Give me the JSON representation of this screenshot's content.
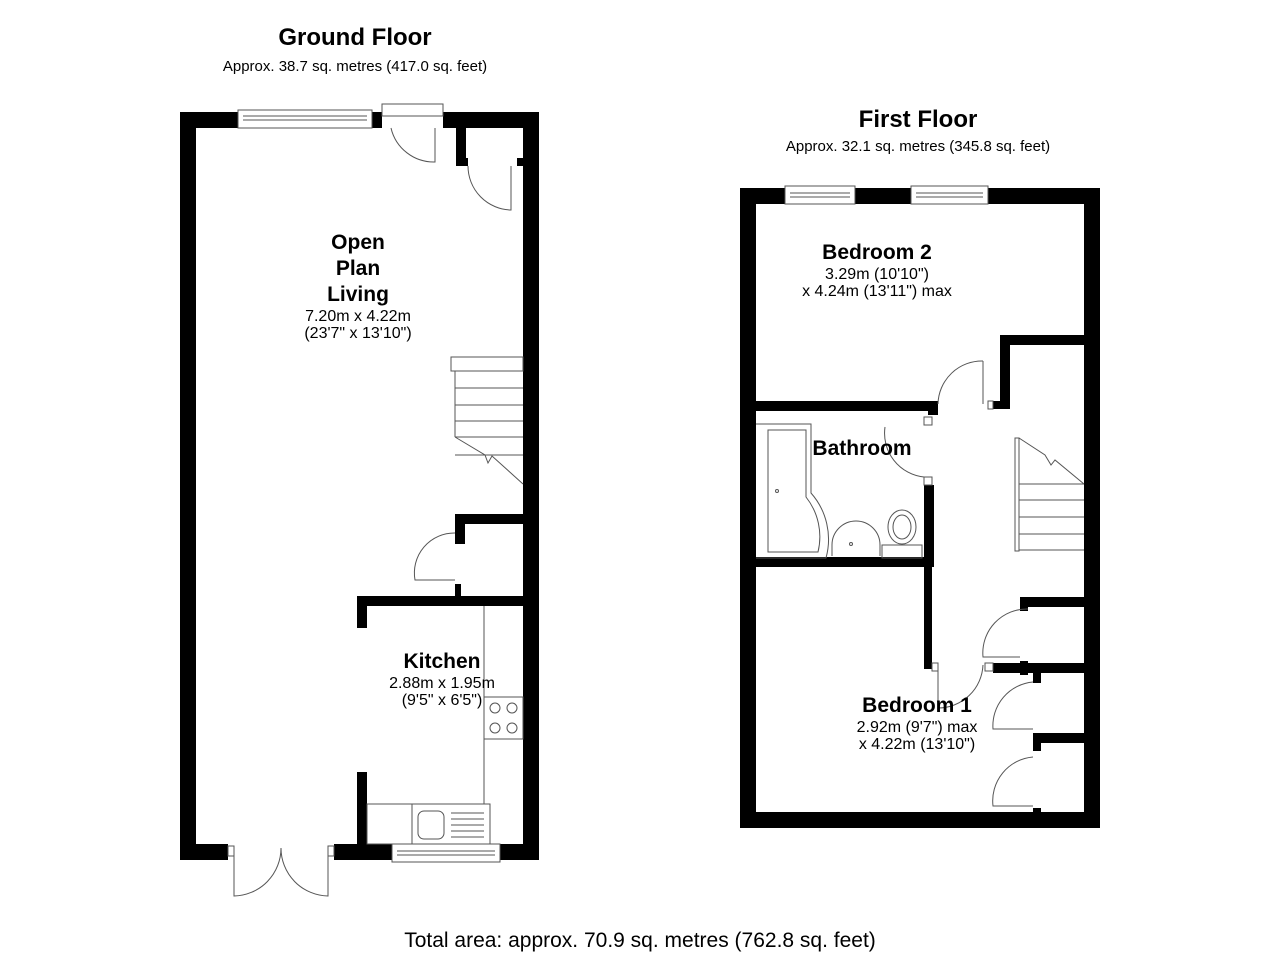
{
  "ground_floor": {
    "title": "Ground Floor",
    "area": "Approx. 38.7 sq. metres (417.0 sq. feet)",
    "rooms": [
      {
        "name_lines": [
          "Open",
          "Plan",
          "Living"
        ],
        "dim1": "7.20m x 4.22m",
        "dim2": "(23'7\" x 13'10\")"
      },
      {
        "name_lines": [
          "Kitchen"
        ],
        "dim1": "2.88m x 1.95m",
        "dim2": "(9'5\" x 6'5\")"
      }
    ]
  },
  "first_floor": {
    "title": "First Floor",
    "area": "Approx. 32.1 sq. metres (345.8 sq. feet)",
    "rooms": [
      {
        "name": "Bedroom 2",
        "dim1": "3.29m (10'10\")",
        "dim2": "x 4.24m (13'11\") max"
      },
      {
        "name": "Bathroom"
      },
      {
        "name": "Bedroom 1",
        "dim1": "2.92m (9'7\") max",
        "dim2": "x 4.22m (13'10\")"
      }
    ]
  },
  "total_area": "Total area: approx. 70.9 sq. metres (762.8 sq. feet)",
  "colors": {
    "wall": "#000000",
    "fixture_line": "#555555",
    "background": "#ffffff"
  }
}
